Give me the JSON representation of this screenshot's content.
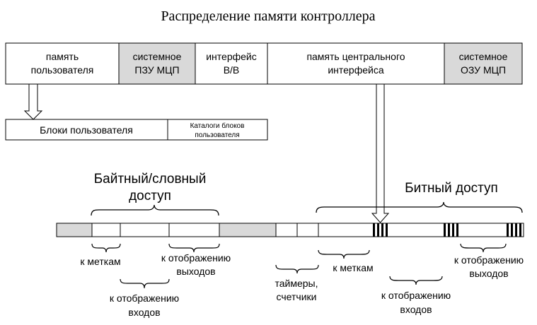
{
  "title": "Распределение памяти контроллера",
  "memory_map": [
    {
      "lines": [
        "память",
        "пользователя"
      ],
      "shade": false
    },
    {
      "lines": [
        "системное",
        "ПЗУ МЦП"
      ],
      "shade": true
    },
    {
      "lines": [
        "интерфейс",
        "В/В"
      ],
      "shade": false
    },
    {
      "lines": [
        "память центрального",
        "интерфейса"
      ],
      "shade": false
    },
    {
      "lines": [
        "системное",
        "ОЗУ МЦП"
      ],
      "shade": true
    }
  ],
  "user_blocks": {
    "label": "Блоки пользователя",
    "catalog_lines": [
      "Каталоги блоков",
      "пользователя"
    ]
  },
  "sections": {
    "byte_word_lines": [
      "Байтный/словный",
      "доступ"
    ],
    "bit": "Битный доступ"
  },
  "labels": {
    "markers_1": "к меткам",
    "outputs_1_lines": [
      "к отображению",
      "выходов"
    ],
    "inputs_1_lines": [
      "к отображению",
      "входов"
    ],
    "timers_lines": [
      "таймеры,",
      "счетчики"
    ],
    "markers_2": "к меткам",
    "inputs_2_lines": [
      "к отображению",
      "входов"
    ],
    "outputs_2_lines": [
      "к отображению",
      "выходов"
    ]
  },
  "colors": {
    "shade": "#d9d9d9",
    "line": "#000000",
    "background": "#ffffff"
  }
}
